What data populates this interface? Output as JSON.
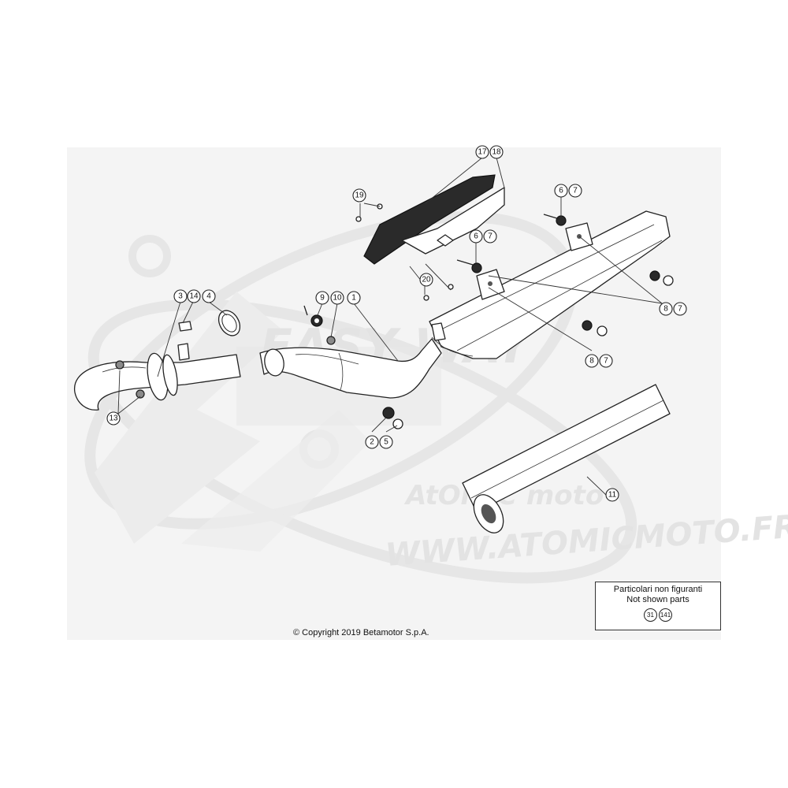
{
  "watermark": {
    "logo_text": "EASY WAY",
    "brand": "AtOMIC moto",
    "url": "WWW.ATOMICMOTO.FR"
  },
  "copyright": "© Copyright 2019 Betamotor S.p.A.",
  "legend": {
    "line1": "Particolari non figuranti",
    "line2": "Not shown parts",
    "refs": [
      "31",
      "141"
    ]
  },
  "callouts": [
    {
      "id": "c17",
      "label": "17"
    },
    {
      "id": "c18",
      "label": "18"
    },
    {
      "id": "c19",
      "label": "19"
    },
    {
      "id": "c6a",
      "label": "6"
    },
    {
      "id": "c7a",
      "label": "7"
    },
    {
      "id": "c6b",
      "label": "6"
    },
    {
      "id": "c7b",
      "label": "7"
    },
    {
      "id": "c20",
      "label": "20"
    },
    {
      "id": "c3",
      "label": "3"
    },
    {
      "id": "c14",
      "label": "14"
    },
    {
      "id": "c4",
      "label": "4"
    },
    {
      "id": "c9",
      "label": "9"
    },
    {
      "id": "c10",
      "label": "10"
    },
    {
      "id": "c1",
      "label": "1"
    },
    {
      "id": "c8a",
      "label": "8"
    },
    {
      "id": "c7c",
      "label": "7"
    },
    {
      "id": "c8b",
      "label": "8"
    },
    {
      "id": "c7d",
      "label": "7"
    },
    {
      "id": "c13",
      "label": "13"
    },
    {
      "id": "c2",
      "label": "2"
    },
    {
      "id": "c5",
      "label": "5"
    },
    {
      "id": "c11",
      "label": "11"
    }
  ]
}
